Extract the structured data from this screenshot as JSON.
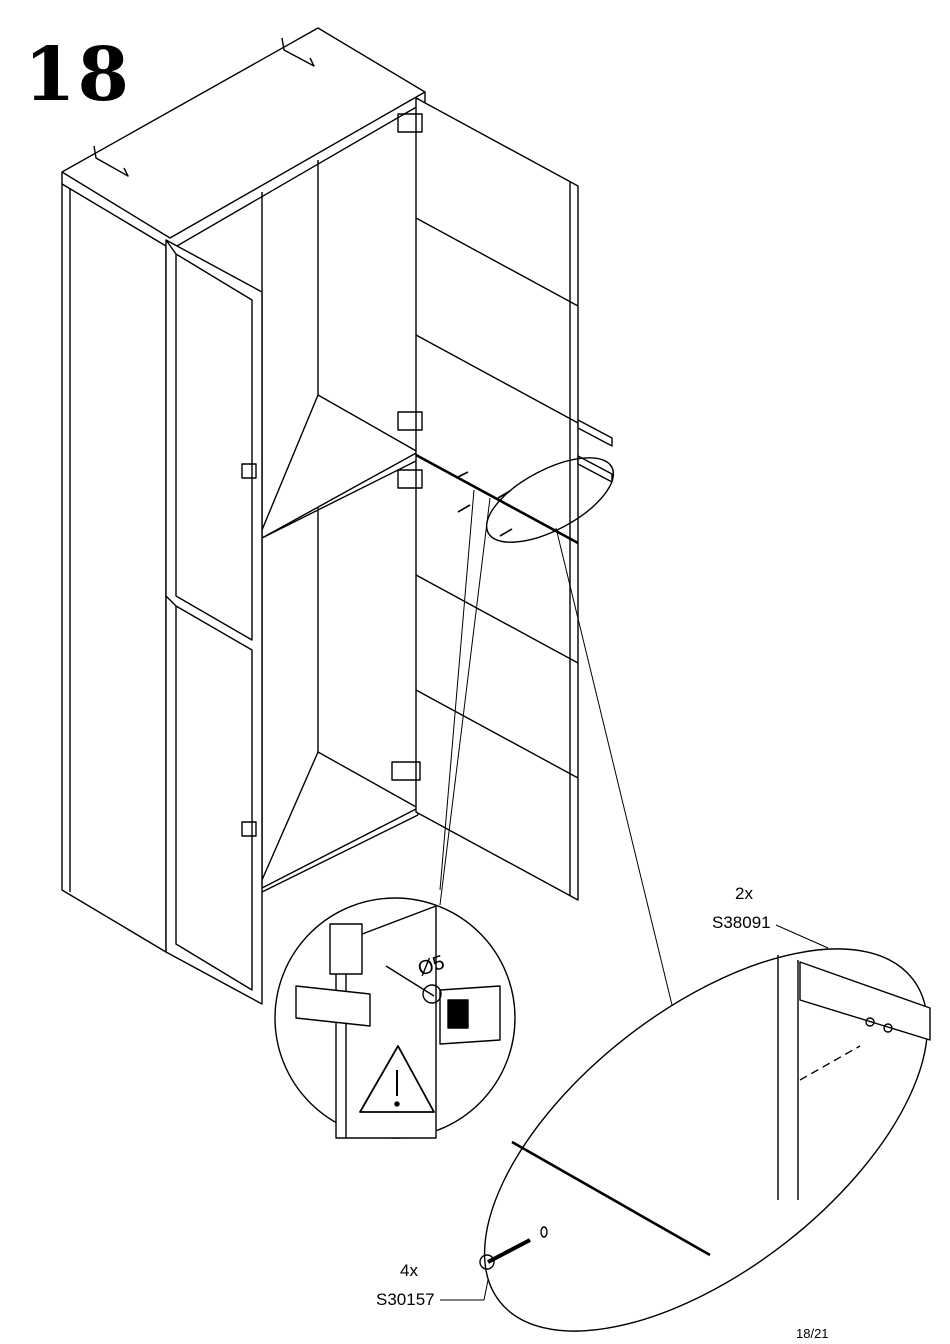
{
  "step_number": "18",
  "parts": [
    {
      "qty": "2x",
      "code": "S38091"
    },
    {
      "qty": "4x",
      "code": "S30157"
    }
  ],
  "drill_label": "Ø5",
  "page_number": "18/21"
}
